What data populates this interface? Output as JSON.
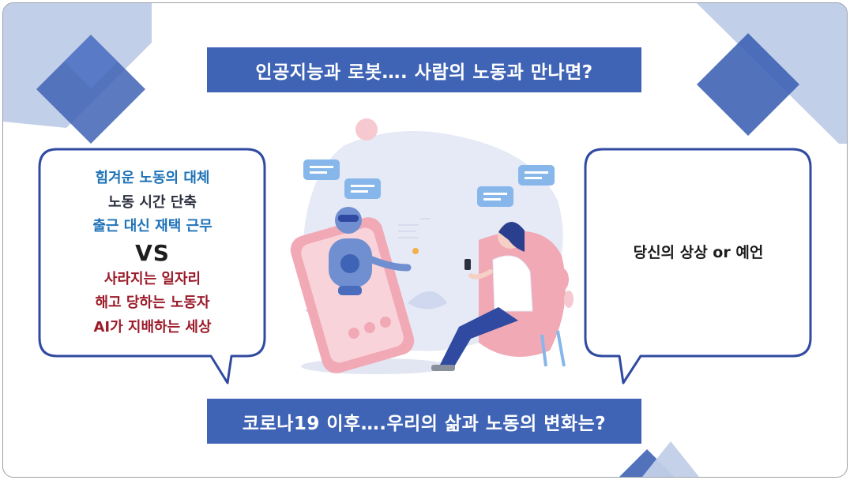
{
  "title_banner": {
    "text": "인공지능과 로봇…. 사람의 노동과 만나면?"
  },
  "bottom_banner": {
    "text": "코로나19 이후….우리의 삶과 노동의 변화는?"
  },
  "left_bubble": {
    "positives": [
      "힘겨운 노동의 대체",
      "노동 시간 단축",
      "출근 대신 재택 근무"
    ],
    "vs": "VS",
    "negatives": [
      "사라지는 일자리",
      "해고 당하는 노동자",
      "AI가 지배하는 세상"
    ]
  },
  "right_bubble": {
    "text": "당신의 상상 or 예언"
  },
  "illustration": {
    "name": "robot-video-call-illustration"
  },
  "colors": {
    "banner": "#3f63b5",
    "bubble_border": "#2f4aa0",
    "positive_text": "#1f73b8",
    "negative_text": "#9b1b2a",
    "diamond_light": "#c2cfe8",
    "diamond_dark": "#4a6cbc"
  }
}
